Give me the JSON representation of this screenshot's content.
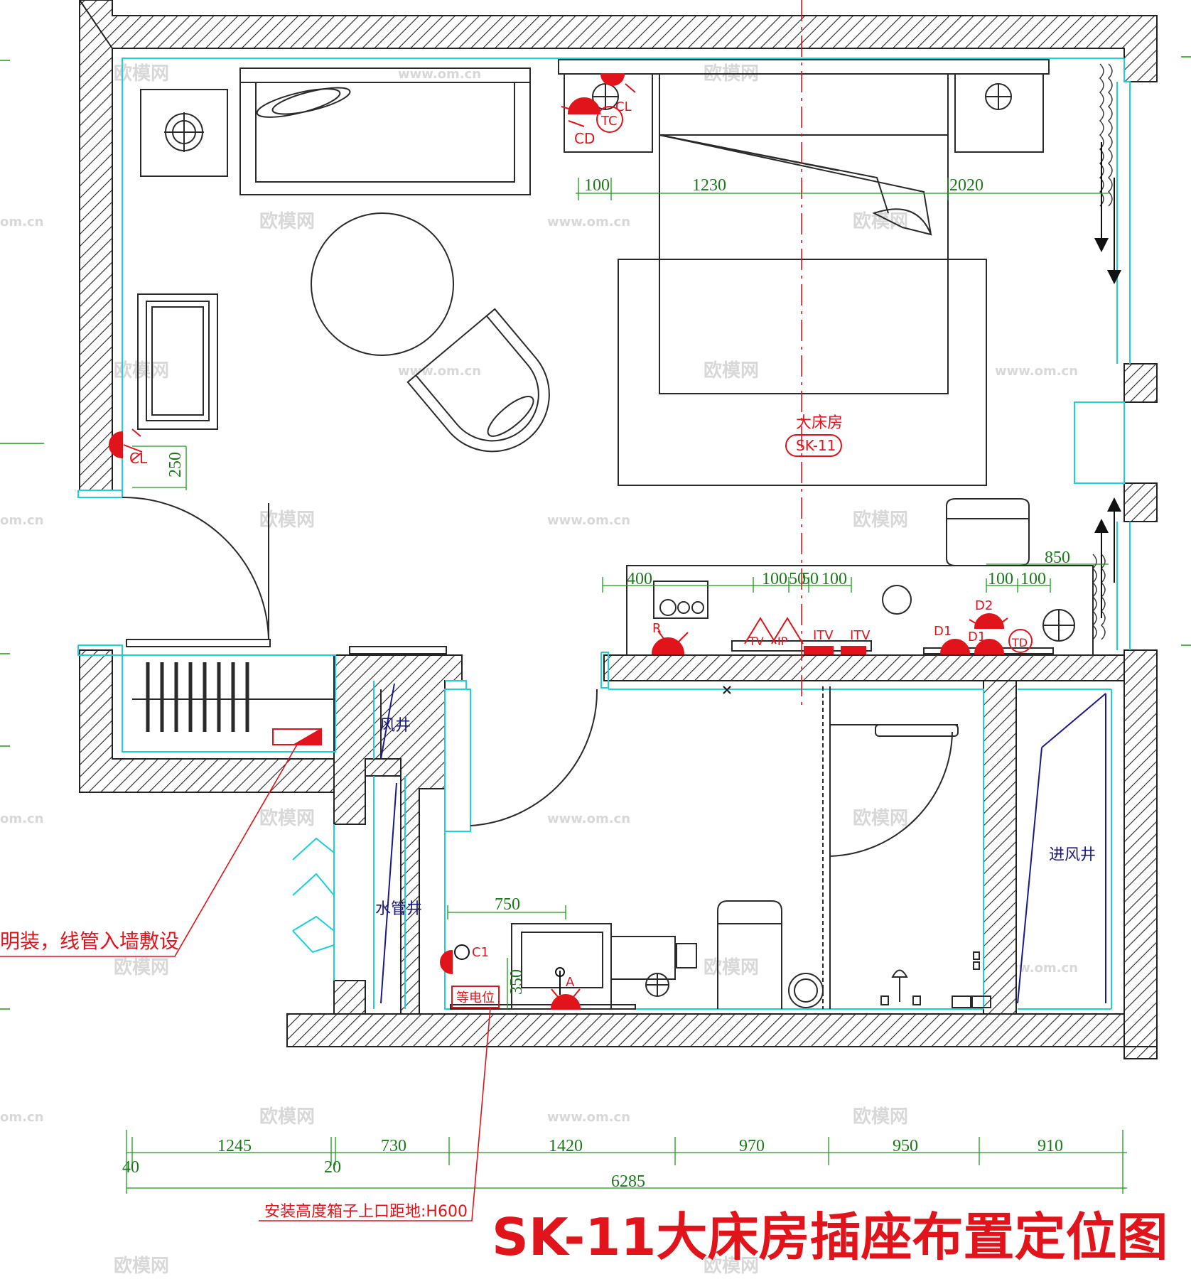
{
  "title": "SK-11大床房插座布置定位图",
  "room": {
    "name": "大床房",
    "code": "SK-11"
  },
  "rooms": {
    "air_shaft": "风井",
    "water_shaft": "水管井",
    "supply_shaft": "进风井"
  },
  "notes": {
    "left_note": "明装，线管入墙敷设",
    "bottom_note": "安装高度箱子上口距地:H600",
    "box_label": "等电位"
  },
  "outlet_labels": {
    "CD": "CD",
    "TC": "TC",
    "CL_top": "CL",
    "CL_left": "CL",
    "R": "R",
    "TV1": "TV",
    "IP": "IP",
    "ITV1": "ITV",
    "ITV2": "ITV",
    "D1a": "D1",
    "D1b": "D1",
    "D2": "D2",
    "TD": "TD",
    "C1": "C1",
    "A": "A"
  },
  "dimensions": {
    "top": [
      "100",
      "1230",
      "2020"
    ],
    "cl_offset": "250",
    "desk": [
      "400",
      "100",
      "50",
      "50",
      "100"
    ],
    "right": [
      "850",
      "100",
      "100"
    ],
    "bath": [
      "750",
      "350"
    ],
    "bottom_chain": [
      "1245",
      "730",
      "1420",
      "970",
      "950",
      "910"
    ],
    "bottom_small": [
      "40",
      "20"
    ],
    "total": "6285"
  },
  "watermarks": {
    "logo": "欧模网",
    "site": "www.om.cn",
    "site_short": "om.cn"
  },
  "colors": {
    "wall_hatch": "#222222",
    "red": "#e0141a",
    "cyan": "#18d0e0",
    "dim_green": "#1a9a1a",
    "furniture": "#2a2a2a"
  }
}
